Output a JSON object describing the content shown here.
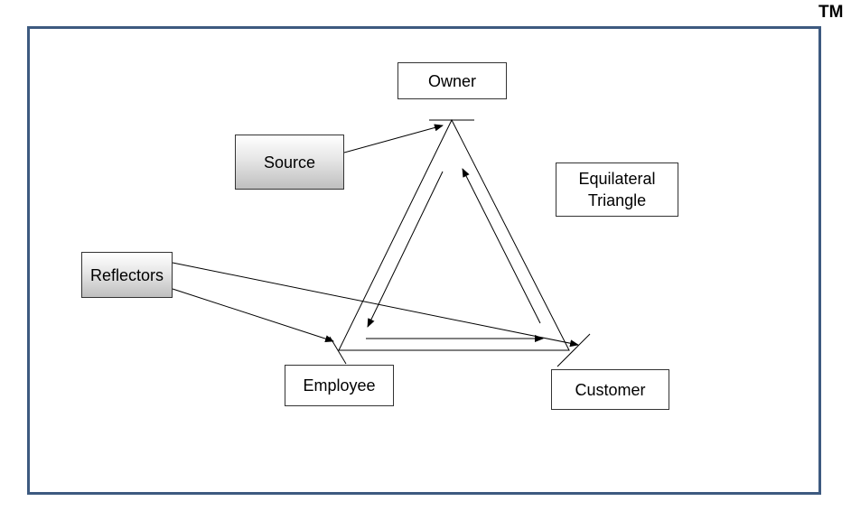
{
  "trademark": "TM",
  "nodes": {
    "owner": "Owner",
    "source": "Source",
    "equilateral_line1": "Equilateral",
    "equilateral_line2": "Triangle",
    "reflectors": "Reflectors",
    "employee": "Employee",
    "customer": "Customer"
  },
  "colors": {
    "frame": "#3d5a80",
    "shaded_box_top": "#ffffff",
    "shaded_box_bottom": "#bfbfbf"
  }
}
